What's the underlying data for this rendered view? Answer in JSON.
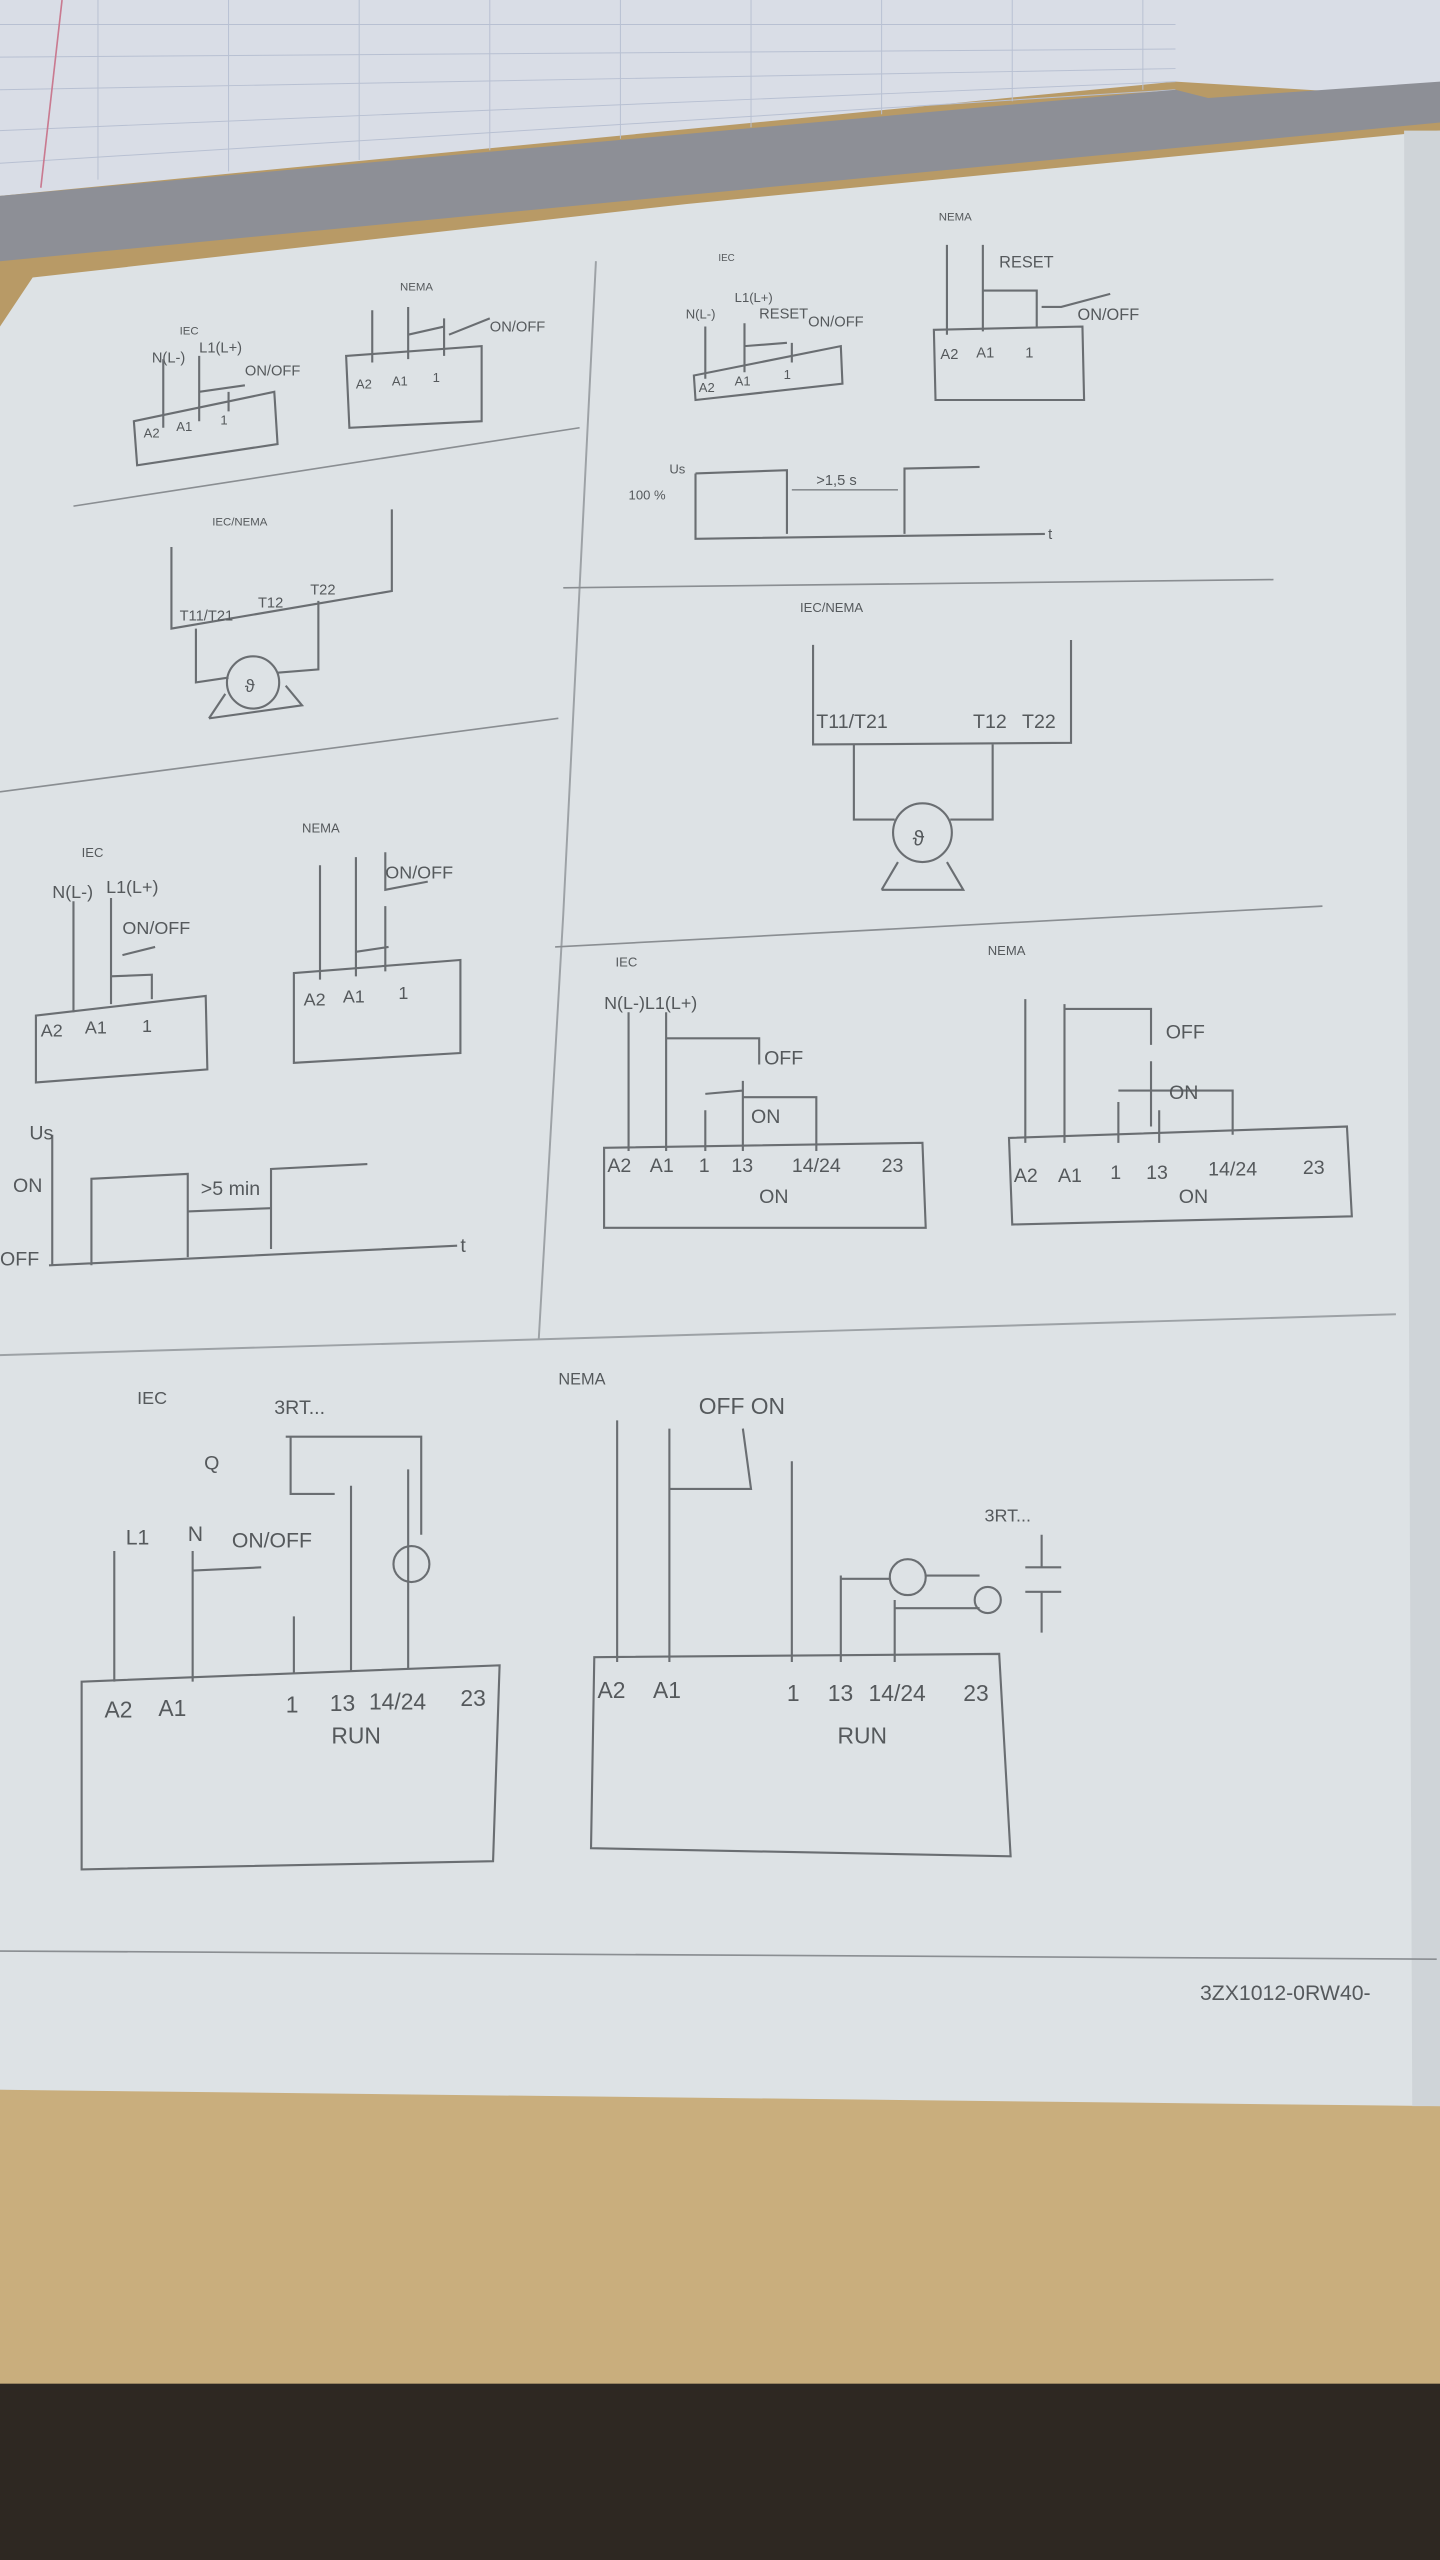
{
  "colors": {
    "paper": "#dde2e5",
    "desk": "#c4a877",
    "notebook": "#d9dde6",
    "ink": "#55595c"
  },
  "left": {
    "p1": {
      "iec": "IEC",
      "nema": "NEMA",
      "n": "N(L-)",
      "l1": "L1(L+)",
      "onoff": "ON/OFF",
      "a2": "A2",
      "a1": "A1",
      "t1": "1"
    },
    "p2": {
      "title": "IEC/NEMA",
      "t11": "T11/T21",
      "t12": "T12",
      "t22": "T22",
      "theta": "ϑ"
    },
    "p3": {
      "iec": "IEC",
      "nema": "NEMA",
      "n": "N(L-)",
      "l1": "L1(L+)",
      "onoff": "ON/OFF",
      "a2": "A2",
      "a1": "A1",
      "t1": "1",
      "timing": {
        "us": "Us",
        "on": "ON",
        "off": "OFF",
        "delay": ">5 min",
        "t": "t"
      }
    },
    "p4": {
      "iec": "IEC",
      "rt": "3RT...",
      "q": "Q",
      "l1": "L1",
      "n": "N",
      "onoff": "ON/OFF",
      "terminals": [
        "A2",
        "A1",
        "1",
        "13",
        "14/24",
        "23"
      ],
      "run": "RUN"
    }
  },
  "right": {
    "p1": {
      "iec": "IEC",
      "nema": "NEMA",
      "n": "N(L-)",
      "l1": "L1(L+)",
      "reset": "RESET",
      "onoff": "ON/OFF",
      "a2": "A2",
      "a1": "A1",
      "t1": "1",
      "timing": {
        "us": "Us",
        "pct": "100 %",
        "delay": ">1,5 s",
        "t": "t"
      }
    },
    "p2": {
      "title": "IEC/NEMA",
      "t11": "T11/T21",
      "t12": "T12",
      "t22": "T22",
      "theta": "ϑ"
    },
    "p3": {
      "iec": "IEC",
      "nema": "NEMA",
      "nl": "N(L-)L1(L+)",
      "off": "OFF",
      "on": "ON",
      "terminals": [
        "A2",
        "A1",
        "1",
        "13",
        "14/24",
        "23"
      ],
      "onlabel": "ON"
    },
    "p4": {
      "nema": "NEMA",
      "offon": "OFF ON",
      "rt": "3RT...",
      "terminals": [
        "A2",
        "A1",
        "1",
        "13",
        "14/24",
        "23"
      ],
      "run": "RUN"
    }
  },
  "footer": {
    "code": "3ZX1012-0RW40-"
  }
}
